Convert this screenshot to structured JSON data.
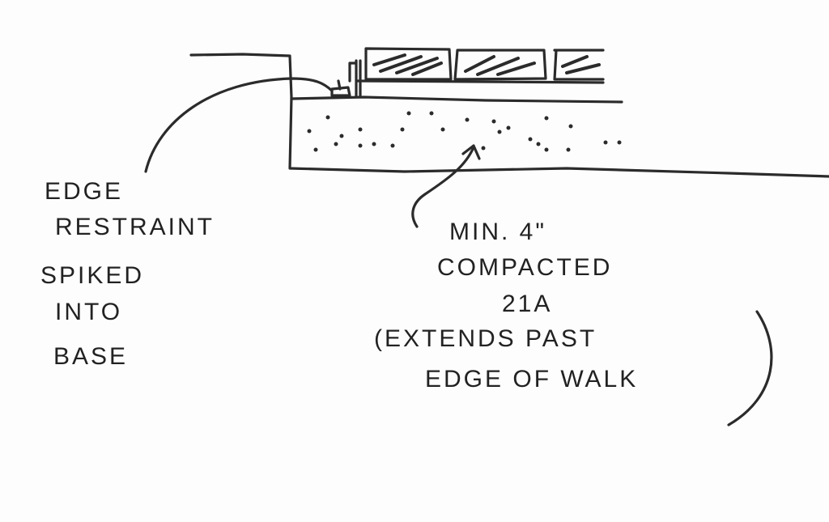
{
  "left_label": {
    "lines": [
      "EDGE",
      "RESTRAINT",
      "SPIKED",
      "INTO",
      "BASE"
    ]
  },
  "right_label": {
    "lines": [
      "MIN. 4\"",
      "COMPACTED",
      "21A",
      "(EXTENDS PAST",
      "EDGE OF WALK"
    ]
  },
  "colors": {
    "ink": "#2b2b2b",
    "paper": "#fdfdfd"
  }
}
